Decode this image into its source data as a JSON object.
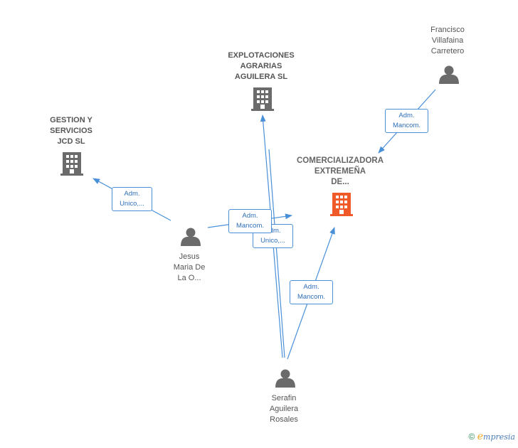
{
  "nodes": {
    "francisco": {
      "label": "Francisco\nVillafaina\nCarretero",
      "icon": "person-icon"
    },
    "explotaciones": {
      "label": "EXPLOTACIONES\nAGRARIAS\nAGUILERA  SL",
      "icon": "building-icon"
    },
    "gestion": {
      "label": "GESTION Y\nSERVICIOS\nJCD  SL",
      "icon": "building-icon"
    },
    "comercializadora": {
      "label": "COMERCIALIZADORA\nEXTREMEÑA\nDE...",
      "icon": "building-icon"
    },
    "jesus": {
      "label": "Jesus\nMaria De\nLa O...",
      "icon": "person-icon"
    },
    "serafin": {
      "label": "Serafin\nAguilera\nRosales",
      "icon": "person-icon"
    }
  },
  "edges": {
    "francisco_comercializadora": "Adm.\nMancom.",
    "jesus_gestion": "Adm.\nUnico,...",
    "jesus_comercializadora_a": "Adm.\nMancom.",
    "jesus_comercializadora_b": "Adm.\nUnico,...",
    "serafin_comercializadora": "Adm.\nMancom."
  },
  "colors": {
    "edge": "#4a90d9",
    "node": "#6b6b6b",
    "focus": "#f05a28"
  },
  "footer": {
    "copyright": "©",
    "brand_initial": "e",
    "brand_rest": "mpresia"
  }
}
